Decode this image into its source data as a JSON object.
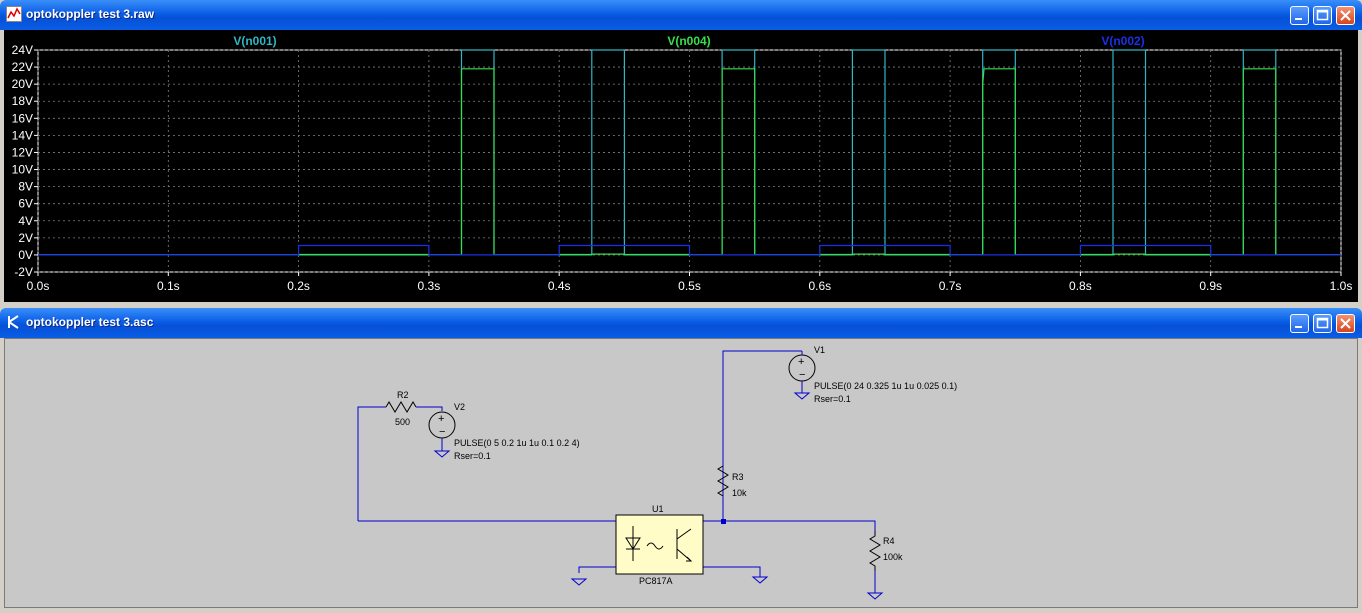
{
  "waveform_window": {
    "title": "optokoppler test 3.raw",
    "traces": [
      {
        "name": "V(n001)",
        "color": "#2fb6c3"
      },
      {
        "name": "V(n004)",
        "color": "#35e04a"
      },
      {
        "name": "V(n002)",
        "color": "#1a2fe8"
      }
    ]
  },
  "chart_data": {
    "type": "line",
    "xlabel": "",
    "ylabel": "",
    "x_ticks": [
      "0.0s",
      "0.1s",
      "0.2s",
      "0.3s",
      "0.4s",
      "0.5s",
      "0.6s",
      "0.7s",
      "0.8s",
      "0.9s",
      "1.0s"
    ],
    "y_ticks": [
      "24V",
      "22V",
      "20V",
      "18V",
      "16V",
      "14V",
      "12V",
      "10V",
      "8V",
      "6V",
      "4V",
      "2V",
      "0V",
      "-2V"
    ],
    "xlim": [
      0,
      1.0
    ],
    "ylim": [
      -2,
      24
    ],
    "grid": true,
    "series": [
      {
        "name": "V(n001)",
        "x": [
          0,
          0.325,
          0.325,
          0.35,
          0.35,
          0.425,
          0.425,
          0.45,
          0.45,
          0.525,
          0.525,
          0.55,
          0.55,
          0.625,
          0.625,
          0.65,
          0.65,
          0.725,
          0.725,
          0.75,
          0.75,
          0.825,
          0.825,
          0.85,
          0.85,
          0.925,
          0.925,
          0.95,
          0.95,
          1.0
        ],
        "y": [
          0,
          0,
          24,
          24,
          0,
          0,
          24,
          24,
          0,
          0,
          24,
          24,
          0,
          0,
          24,
          24,
          0,
          0,
          24,
          24,
          0,
          0,
          24,
          24,
          0,
          0,
          24,
          24,
          0,
          0
        ]
      },
      {
        "name": "V(n004)",
        "x": [
          0,
          0.2,
          0.2,
          0.3,
          0.3,
          0.325,
          0.325,
          0.35,
          0.35,
          0.4,
          0.4,
          0.425,
          0.425,
          0.45,
          0.45,
          0.5,
          0.5,
          0.525,
          0.525,
          0.55,
          0.55,
          0.6,
          0.6,
          0.625,
          0.625,
          0.65,
          0.65,
          0.7,
          0.7,
          0.725,
          0.725,
          0.726,
          0.726,
          0.75,
          0.75,
          0.8,
          0.8,
          0.825,
          0.825,
          0.85,
          0.85,
          0.9,
          0.9,
          0.925,
          0.925,
          0.95,
          0.95,
          1.0
        ],
        "y": [
          0,
          0,
          0.05,
          0.05,
          0,
          0,
          21.8,
          21.8,
          0,
          0,
          0.05,
          0.05,
          0.1,
          0.1,
          0.05,
          0.05,
          0,
          0,
          21.8,
          21.8,
          0,
          0,
          0.05,
          0.05,
          0.1,
          0.1,
          0.05,
          0.05,
          0,
          0,
          20,
          21.8,
          21.8,
          21.8,
          0,
          0,
          0.05,
          0.05,
          0.1,
          0.1,
          0.05,
          0.05,
          0,
          0,
          21.8,
          21.8,
          0,
          0
        ]
      },
      {
        "name": "V(n002)",
        "x": [
          0,
          0.2,
          0.2,
          0.3,
          0.3,
          0.4,
          0.4,
          0.5,
          0.5,
          0.6,
          0.6,
          0.7,
          0.7,
          0.8,
          0.8,
          0.9,
          0.9,
          1.0
        ],
        "y": [
          0,
          0,
          1.1,
          1.1,
          0,
          0,
          1.1,
          1.1,
          0,
          0,
          1.1,
          1.1,
          0,
          0,
          1.1,
          1.1,
          0,
          0
        ]
      }
    ]
  },
  "schematic_window": {
    "title": "optokoppler test 3.asc",
    "components": {
      "r2": {
        "name": "R2",
        "value": "500"
      },
      "v2": {
        "name": "V2",
        "value": "PULSE(0 5 0.2 1u 1u 0.1 0.2 4)",
        "rser": "Rser=0.1"
      },
      "v1": {
        "name": "V1",
        "value": "PULSE(0 24 0.325 1u 1u 0.025 0.1)",
        "rser": "Rser=0.1"
      },
      "r3": {
        "name": "R3",
        "value": "10k"
      },
      "u1": {
        "name": "U1",
        "value": "PC817A"
      },
      "r4": {
        "name": "R4",
        "value": "100k"
      }
    }
  }
}
